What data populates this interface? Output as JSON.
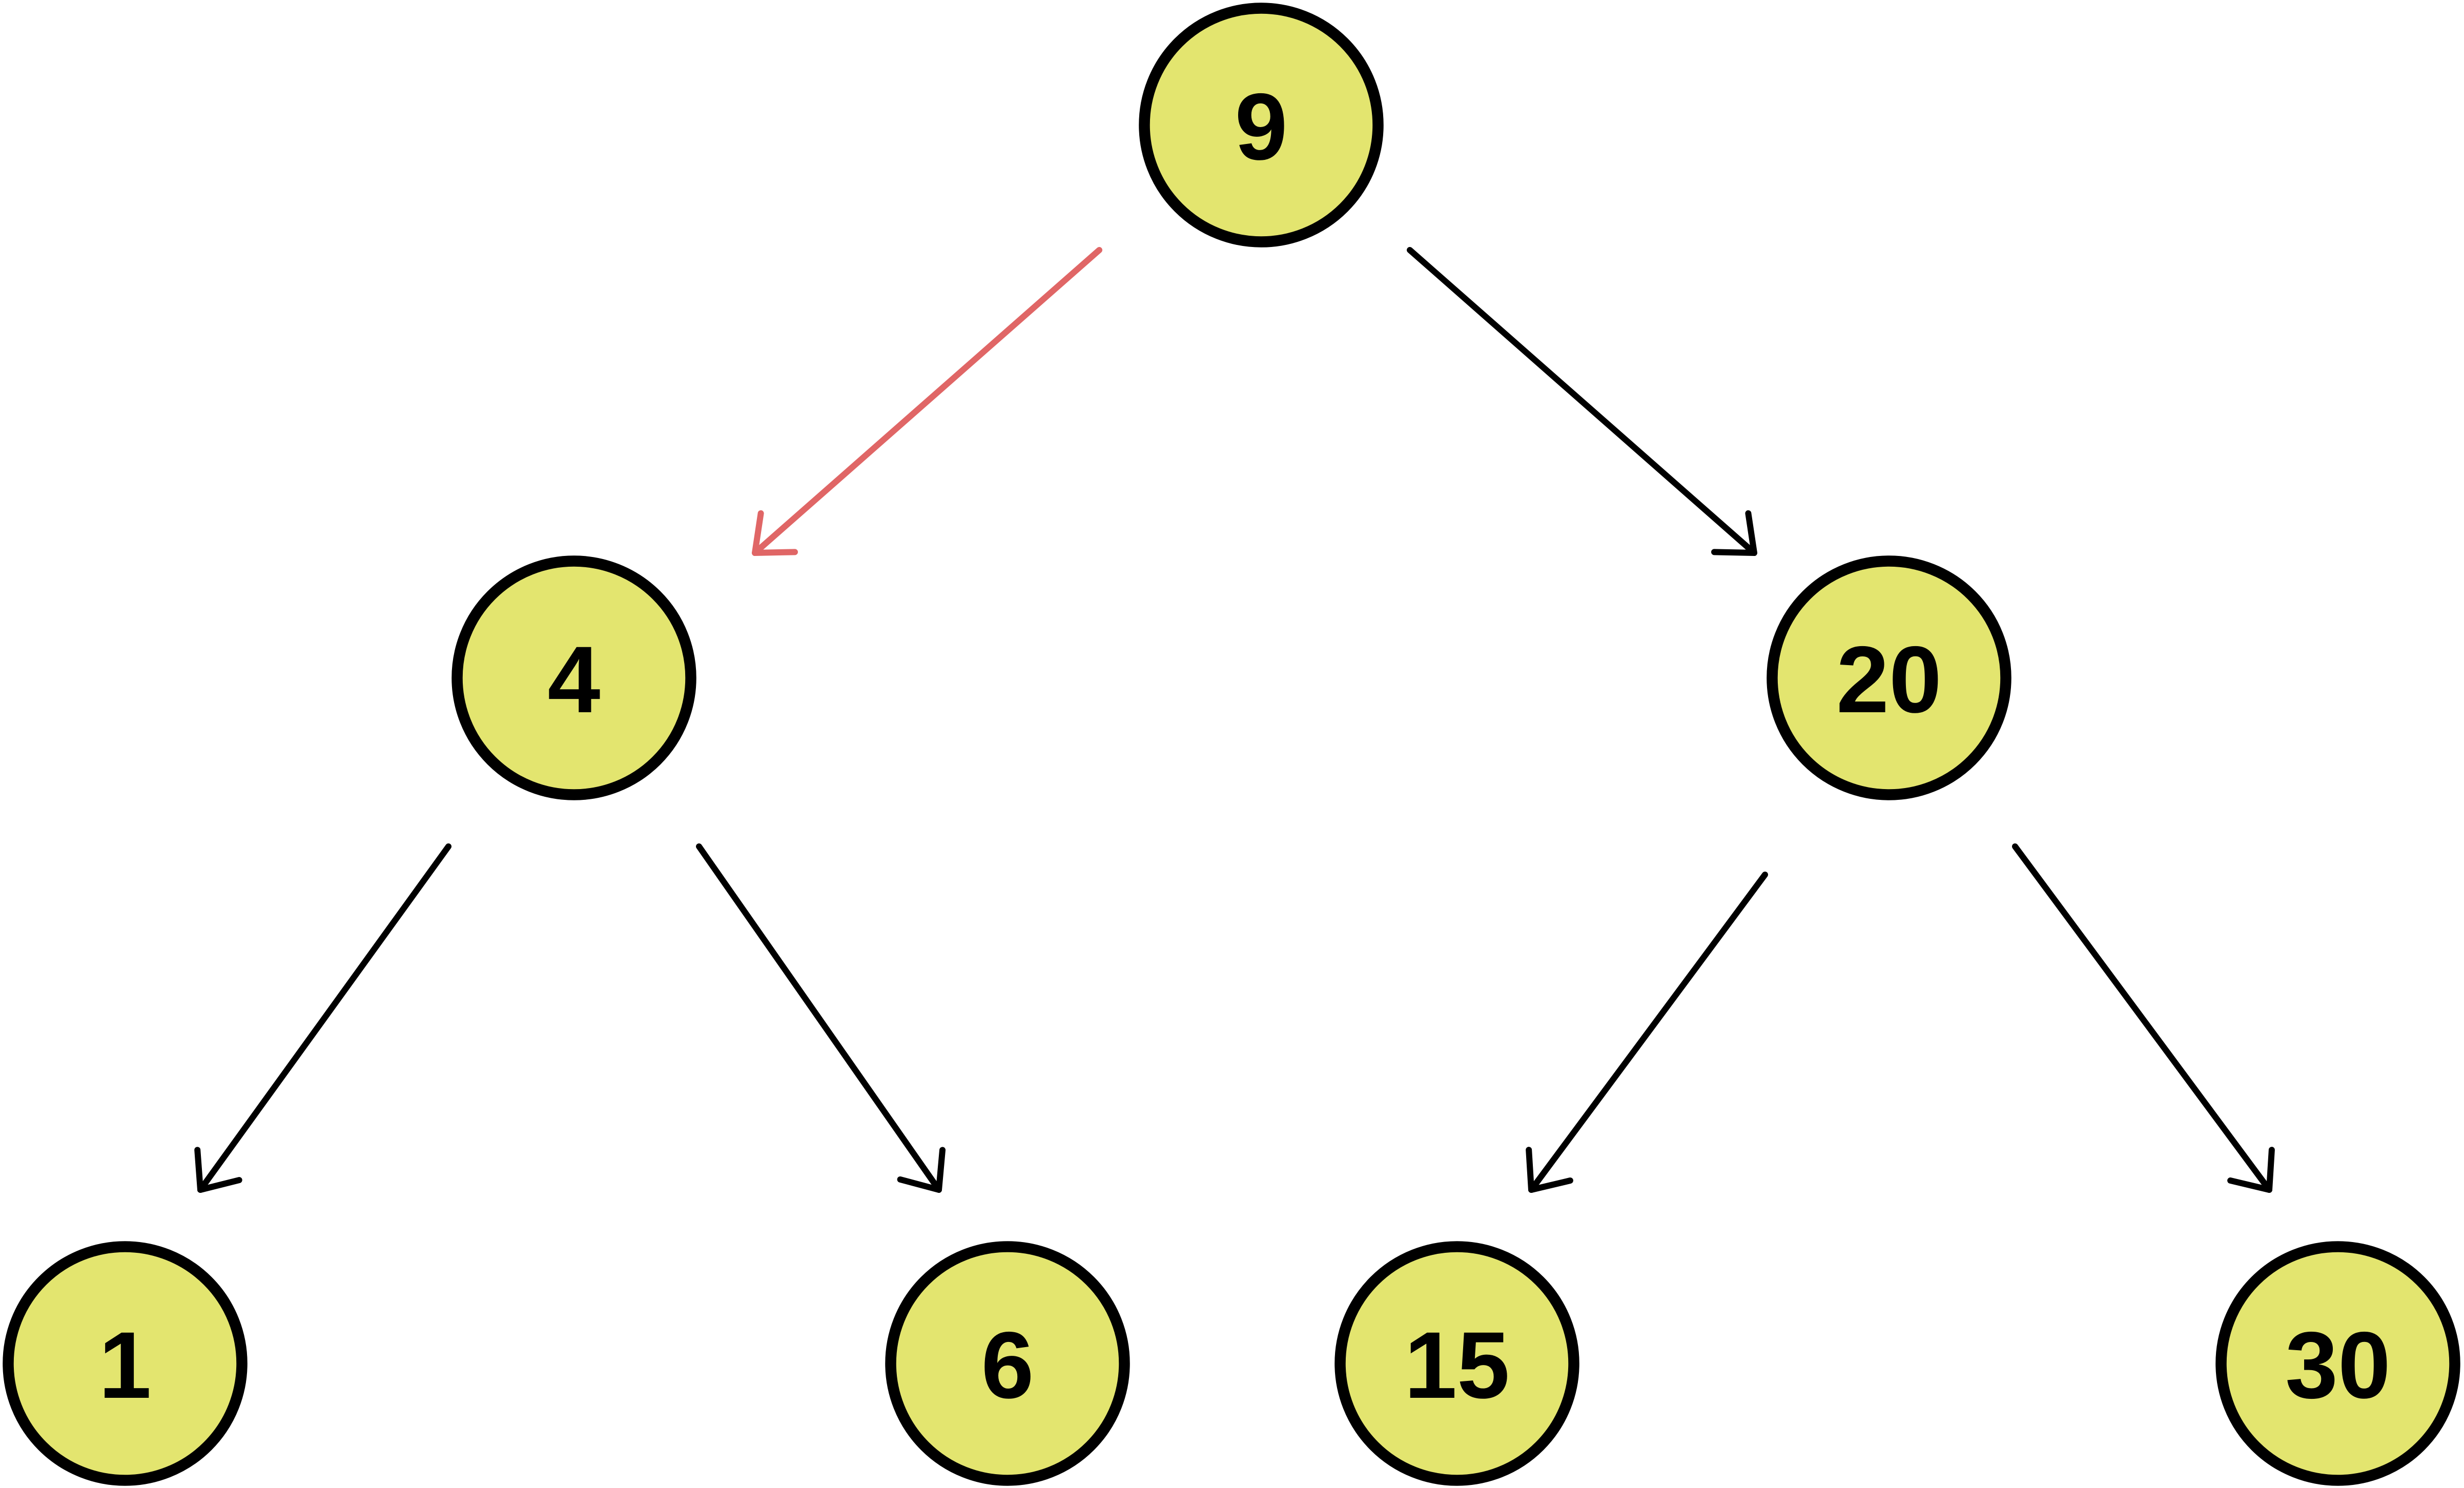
{
  "colors": {
    "node_fill": "#e3e56f",
    "node_stroke": "#000000",
    "edge_default": "#000000",
    "edge_highlight": "#e06666"
  },
  "nodes": [
    {
      "id": "n9",
      "label": "9"
    },
    {
      "id": "n4",
      "label": "4"
    },
    {
      "id": "n20",
      "label": "20"
    },
    {
      "id": "n1",
      "label": "1"
    },
    {
      "id": "n6",
      "label": "6"
    },
    {
      "id": "n15",
      "label": "15"
    },
    {
      "id": "n30",
      "label": "30"
    }
  ],
  "edges": [
    {
      "from": "n9",
      "to": "n4",
      "highlighted": true
    },
    {
      "from": "n9",
      "to": "n20",
      "highlighted": false
    },
    {
      "from": "n4",
      "to": "n1",
      "highlighted": false
    },
    {
      "from": "n4",
      "to": "n6",
      "highlighted": false
    },
    {
      "from": "n20",
      "to": "n15",
      "highlighted": false
    },
    {
      "from": "n20",
      "to": "n30",
      "highlighted": false
    }
  ]
}
